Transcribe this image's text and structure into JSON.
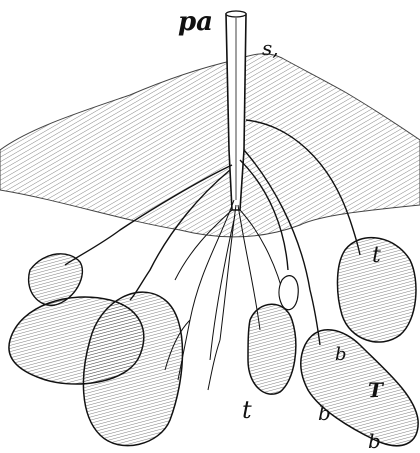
{
  "figure": {
    "colors": {
      "ink": "#111111",
      "paper": "#ffffff",
      "soil_line": "#444444"
    },
    "labels": {
      "stem": "pa",
      "soil_surface": "s,",
      "tuber_right_top": "t",
      "tuber_bottom_middle": "t",
      "bud_upper": "b",
      "bud_lower": "b",
      "bud_bottom": "b",
      "tuber_group": "T"
    }
  }
}
